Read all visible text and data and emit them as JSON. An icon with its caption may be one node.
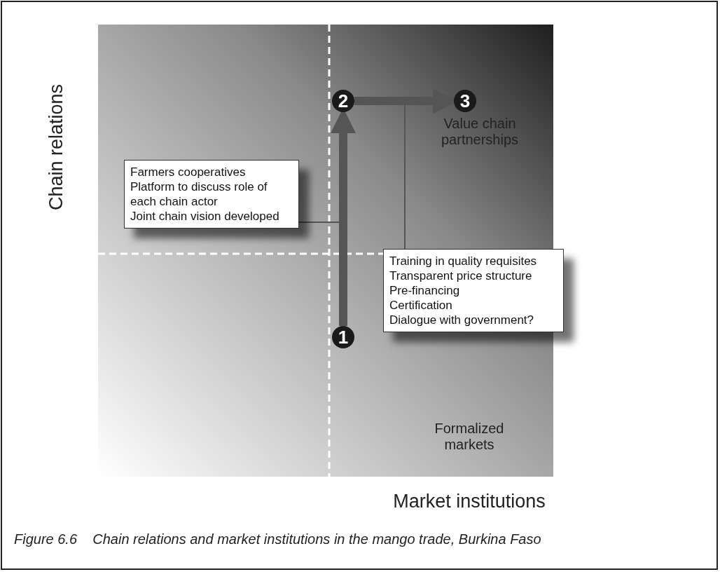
{
  "diagram": {
    "caption": "Figure 6.6    Chain relations and market institutions in the mango trade, Burkina Faso",
    "nodes": [
      {
        "text": [
          "1"
        ]
      },
      {
        "text": [
          "2"
        ]
      },
      {
        "text": [
          "3"
        ]
      },
      {
        "text": [
          "Farmers cooperatives",
          "Platform to discuss role of each chain actor",
          "Joint chain vision developed"
        ]
      },
      {
        "text": [
          "Training in quality requisites",
          "Transparent price structure",
          "Pre-financing",
          "Certification",
          "Dialogue with government?"
        ]
      }
    ],
    "edges": [
      {
        "from": 0,
        "to": 1,
        "arrow": "to",
        "style": "thick"
      },
      {
        "from": 1,
        "to": 2,
        "arrow": "to",
        "style": "thick"
      },
      {
        "from": 3,
        "to": null,
        "arrow": "none"
      },
      {
        "from": 4,
        "to": null,
        "arrow": "none"
      }
    ],
    "labels": [
      "Chain relations",
      "Value chain partnerships",
      "Formalized markets",
      "Market institutions"
    ]
  }
}
